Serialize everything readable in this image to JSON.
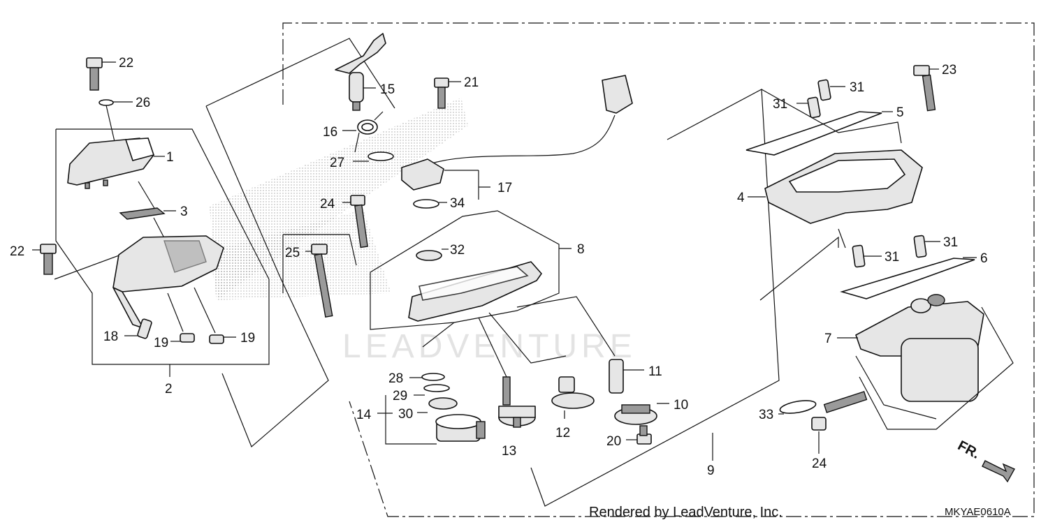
{
  "diagram": {
    "labels": [
      "1",
      "2",
      "3",
      "4",
      "5",
      "6",
      "7",
      "8",
      "9",
      "10",
      "11",
      "12",
      "13",
      "14",
      "15",
      "16",
      "17",
      "18",
      "19",
      "19",
      "20",
      "21",
      "22",
      "22",
      "23",
      "24",
      "24",
      "25",
      "26",
      "27",
      "28",
      "29",
      "30",
      "31",
      "31",
      "31",
      "31",
      "32",
      "33",
      "34"
    ],
    "watermark": "LEADVENTURE",
    "footer": "Rendered by LeadVenture, Inc.",
    "code": "MKYAE0610A",
    "direction": "FR."
  }
}
